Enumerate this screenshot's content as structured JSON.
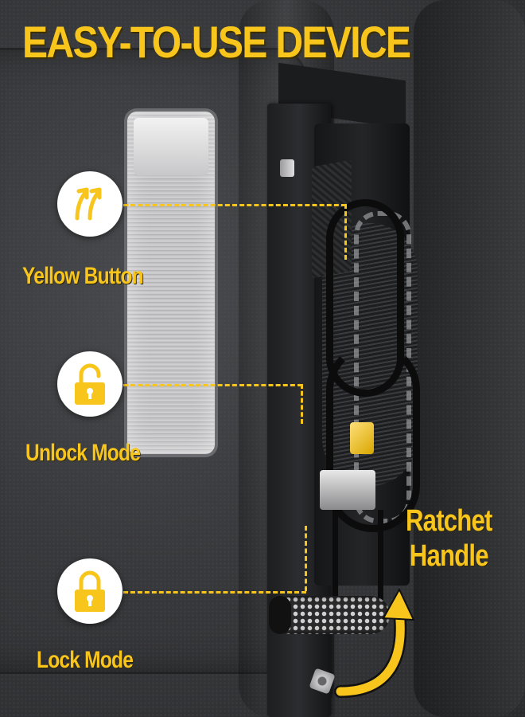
{
  "title": "EASY-TO-USE DEVICE",
  "colors": {
    "accent": "#f7c51b",
    "background": "#2a2b2d",
    "circle": "#ffffff"
  },
  "callouts": [
    {
      "label": "Yellow Button",
      "icon": "double-up-arrow-icon"
    },
    {
      "label": "Unlock Mode",
      "icon": "unlocked-padlock-icon"
    },
    {
      "label": "Lock Mode",
      "icon": "locked-padlock-icon"
    }
  ],
  "ratchet_label": {
    "line1": "Ratchet",
    "line2": "Handle"
  },
  "ratchet_arrow_icon": "curved-up-arrow-icon"
}
